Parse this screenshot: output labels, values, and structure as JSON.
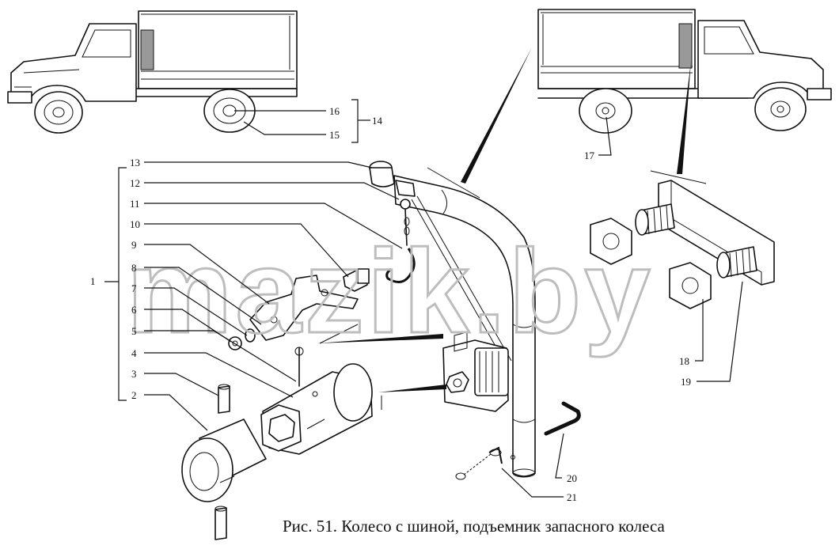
{
  "caption": "Рис. 51. Колесо с шиной, подъемник запасного колеса",
  "watermark": "mazik.by",
  "callouts": [
    "1",
    "2",
    "3",
    "4",
    "5",
    "6",
    "7",
    "8",
    "9",
    "10",
    "11",
    "12",
    "13",
    "14",
    "15",
    "16",
    "17",
    "18",
    "19",
    "20",
    "21"
  ]
}
